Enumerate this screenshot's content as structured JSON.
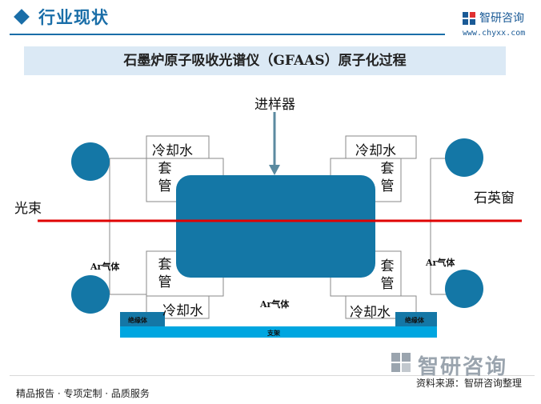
{
  "header": {
    "title": "行业现状",
    "brand_name": "智研咨询",
    "brand_url": "www.chyxx.com"
  },
  "banner": {
    "title": "石墨炉原子吸收光谱仪（GFAAS）原子化过程"
  },
  "diagram": {
    "inlet_label": "进样器",
    "beam_label": "光束",
    "window_label": "石英窗",
    "cooling_water": "冷却水",
    "sleeve": "套管",
    "argon_gas": "Ar气体",
    "insulator": "绝缘体",
    "support": "支架"
  },
  "footer": {
    "left": "精品报告 · 专项定制 · 品质服务",
    "source": "资料来源：智研咨询整理",
    "brand": "智研咨询"
  },
  "colors": {
    "primary_blue": "#1a6ea8",
    "furnace_blue": "#1477a6",
    "beam_red": "#e00000",
    "support_cyan": "#00a6e0",
    "banner_bg": "#dbe9f5"
  }
}
